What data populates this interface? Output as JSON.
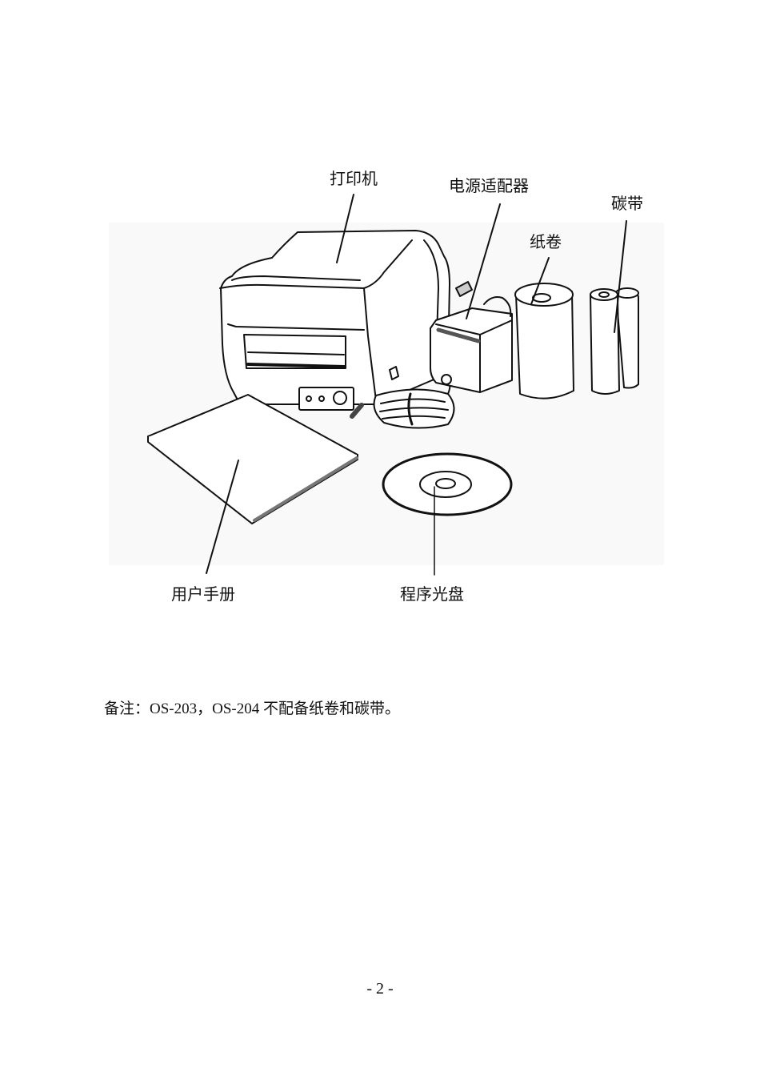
{
  "figure": {
    "labels": {
      "printer": "打印机",
      "power_adapter": "电源适配器",
      "ribbon": "碳带",
      "paper_roll": "纸卷",
      "user_manual": "用户手册",
      "software_cd": "程序光盘"
    }
  },
  "note": {
    "text": "备注：OS-203，OS-204 不配备纸卷和碳带。"
  },
  "footer": {
    "page_number": "- 2 -"
  }
}
